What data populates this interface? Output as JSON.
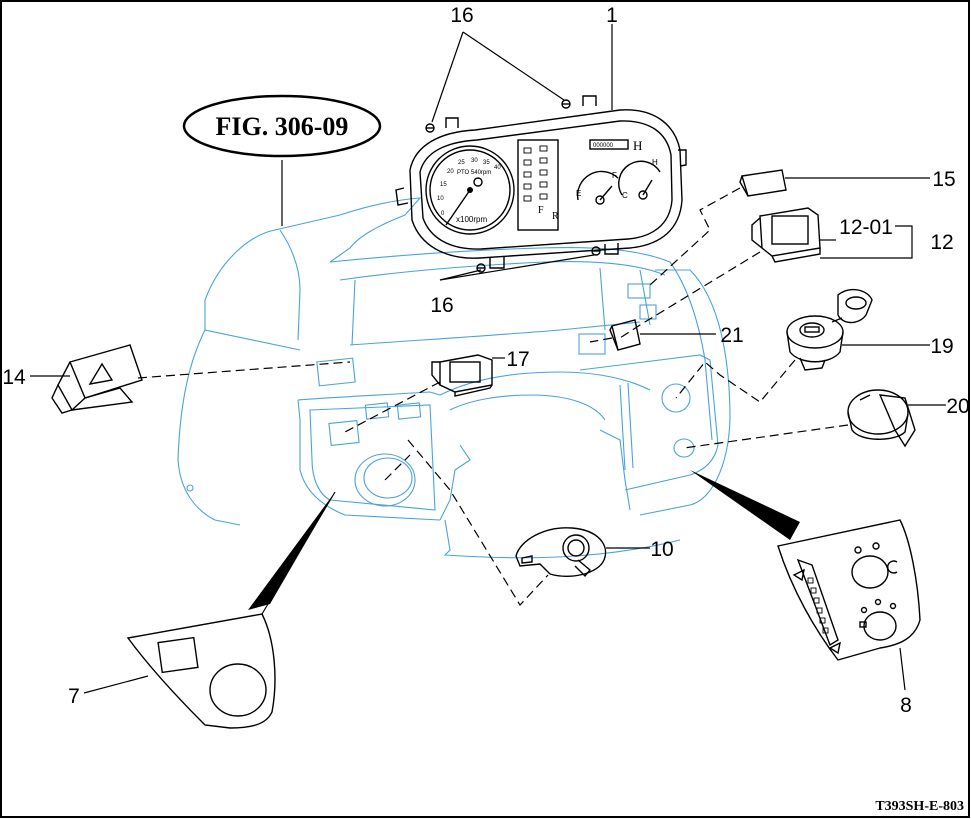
{
  "figure": {
    "title": "FIG. 306-09",
    "code": "T393SH-E-803"
  },
  "callouts": [
    {
      "id": "c1",
      "text": "1"
    },
    {
      "id": "c7",
      "text": "7"
    },
    {
      "id": "c8",
      "text": "8"
    },
    {
      "id": "c10",
      "text": "10"
    },
    {
      "id": "c12",
      "text": "12"
    },
    {
      "id": "c12-01",
      "text": "12-01"
    },
    {
      "id": "c14",
      "text": "14"
    },
    {
      "id": "c15",
      "text": "15"
    },
    {
      "id": "c16a",
      "text": "16"
    },
    {
      "id": "c16b",
      "text": "16"
    },
    {
      "id": "c17",
      "text": "17"
    },
    {
      "id": "c19",
      "text": "19"
    },
    {
      "id": "c20",
      "text": "20"
    },
    {
      "id": "c21",
      "text": "21"
    }
  ],
  "gauge": {
    "tach_ticks": [
      "0",
      "10",
      "15",
      "20",
      "25",
      "30",
      "35",
      "40"
    ],
    "tach_unit": "x100rpm",
    "pto_label": "PTO 540rpm",
    "fuel_labels": [
      "F",
      "E"
    ],
    "temp_labels": [
      "H",
      "C"
    ],
    "hour_digits": "000000",
    "indicator_letters": [
      "F",
      "R"
    ],
    "hour_letter": "H"
  },
  "colors": {
    "dash_outline": "#4aa3d8",
    "part_line": "#000000",
    "background": "#ffffff"
  }
}
